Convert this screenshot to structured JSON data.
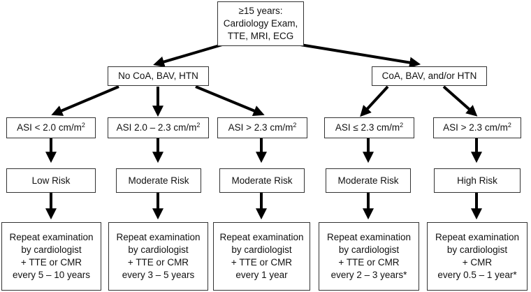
{
  "root": {
    "lines": [
      "≥15 years:",
      "Cardiology Exam,",
      "TTE, MRI, ECG"
    ]
  },
  "branches": [
    {
      "label": "No CoA, BAV, HTN",
      "children": [
        {
          "asi": "ASI < 2.0 cm/m",
          "risk": "Low Risk",
          "rec": [
            "Repeat examination",
            "by cardiologist",
            "+ TTE or CMR",
            "every 5 – 10 years"
          ]
        },
        {
          "asi": "ASI 2.0 – 2.3 cm/m",
          "risk": "Moderate Risk",
          "rec": [
            "Repeat examination",
            "by cardiologist",
            "+ TTE or CMR",
            "every 3 – 5 years"
          ]
        },
        {
          "asi": "ASI > 2.3 cm/m",
          "risk": "Moderate Risk",
          "rec": [
            "Repeat examination",
            "by cardiologist",
            "+ TTE or CMR",
            "every 1 year"
          ]
        }
      ]
    },
    {
      "label": "CoA, BAV, and/or HTN",
      "children": [
        {
          "asi": "ASI ≤ 2.3 cm/m",
          "risk": "Moderate Risk",
          "rec": [
            "Repeat examination",
            "by cardiologist",
            "+ TTE or CMR",
            "every 2 – 3 years*"
          ]
        },
        {
          "asi": "ASI > 2.3 cm/m",
          "risk": "High Risk",
          "rec": [
            "Repeat examination",
            "by cardiologist",
            "+ CMR",
            "every 0.5 – 1 year*"
          ]
        }
      ]
    }
  ],
  "unit_superscript": "2"
}
